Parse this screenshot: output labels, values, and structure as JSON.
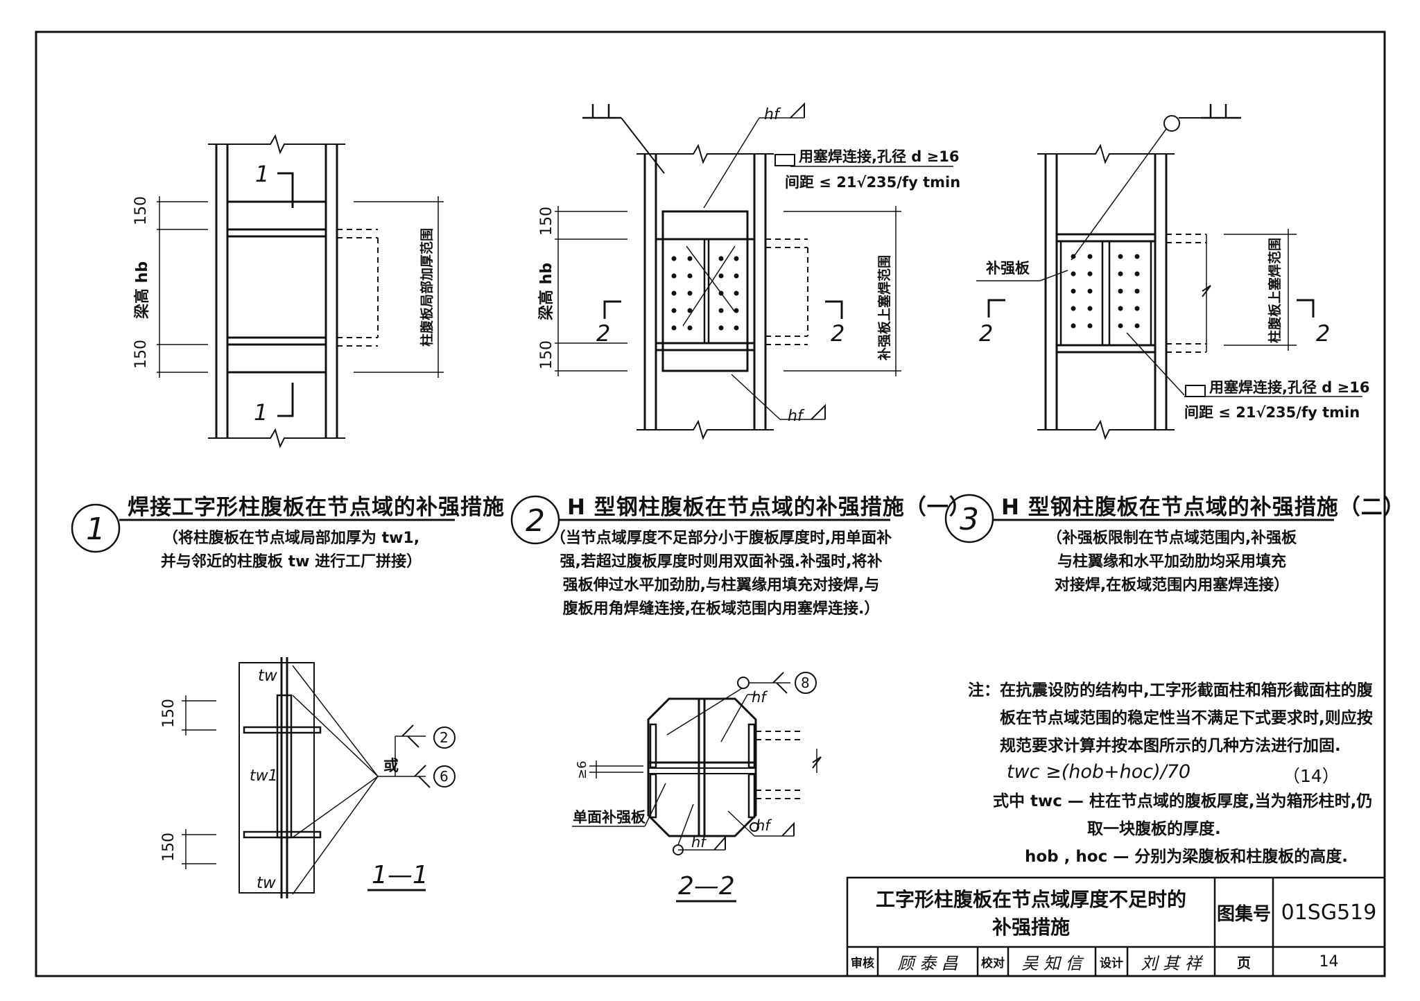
{
  "details": {
    "d1": {
      "number": "1",
      "title": "焊接工字形柱腹板在节点域的补强措施",
      "desc_lines": [
        "（将柱腹板在节点域局部加厚为 tw1,",
        "并与邻近的柱腹板 tw 进行工厂拼接）"
      ],
      "labels": {
        "dim_top": "150",
        "dim_bottom": "150",
        "beam_height": "梁高 hb",
        "range": "柱腹板局部加厚范围",
        "sec_top": "1",
        "sec_bottom": "1"
      }
    },
    "d2": {
      "number": "2",
      "title": "H 型钢柱腹板在节点域的补强措施（一）",
      "desc_lines": [
        "（当节点域厚度不足部分小于腹板厚度时,用单面补",
        "强,若超过腹板厚度时则用双面补强.补强时,将补",
        "强板伸过水平加劲肋,与柱翼缘用填充对接焊,与",
        "腹板用角焊缝连接,在板域范围内用塞焊连接.）"
      ],
      "labels": {
        "hf_top": "hf",
        "hf_bottom": "hf",
        "plug_weld": "用塞焊连接,孔径 d ≥16",
        "spacing": "间距 ≤ 21√235/fy tmin",
        "dim_top": "150",
        "dim_bottom": "150",
        "beam_height": "梁高 hb",
        "range": "补强板上塞焊范围",
        "sec_left": "2",
        "sec_right": "2"
      }
    },
    "d3": {
      "number": "3",
      "title": "H 型钢柱腹板在节点域的补强措施（二）",
      "desc_lines": [
        "（补强板限制在节点域范围内,补强板",
        "与柱翼缘和水平加劲肋均采用填充",
        "对接焊,在板域范围内用塞焊连接）"
      ],
      "labels": {
        "plate": "补强板",
        "range": "柱腹板上塞焊范围",
        "plug_weld": "用塞焊连接,孔径 d ≥16",
        "spacing": "间距 ≤ 21√235/fy tmin",
        "sec_left": "2",
        "sec_right": "2"
      }
    }
  },
  "section_1_1": {
    "title": "1—1",
    "labels": {
      "tw_top": "tw",
      "tw1": "tw1",
      "tw_bottom": "tw",
      "dim_top": "150",
      "dim_bottom": "150",
      "or": "或",
      "weld_a": "2",
      "weld_b": "6"
    }
  },
  "section_2_2": {
    "title": "2—2",
    "labels": {
      "hf_top": "hf",
      "hf_right": "hf",
      "hf_bottom": "hf",
      "weld": "8",
      "gap": "≥6",
      "plate": "单面补强板"
    }
  },
  "note": {
    "head": "注：",
    "lines": [
      "在抗震设防的结构中,工字形截面柱和箱形截面柱的腹",
      "板在节点域范围的稳定性当不满足下式要求时,则应按",
      "规范要求计算并按本图所示的几种方法进行加固."
    ],
    "formula": "twc ≥(hob+hoc)/70",
    "formula_no": "（14）",
    "where_lines": [
      "式中 twc — 柱在节点域的腹板厚度,当为箱形柱时,仍",
      "取一块腹板的厚度.",
      "hob , hoc — 分别为梁腹板和柱腹板的高度."
    ]
  },
  "title_block": {
    "title_line1": "工字形柱腹板在节点域厚度不足时的",
    "title_line2": "补强措施",
    "atlas_label": "图集号",
    "atlas_no": "01SG519",
    "review_label": "审核",
    "review_sig": "顾 泰 昌",
    "check_label": "校对",
    "check_sig": "吴 知 信",
    "design_label": "设计",
    "design_sig": "刘 其 祥",
    "page_label": "页",
    "page_no": "14"
  }
}
